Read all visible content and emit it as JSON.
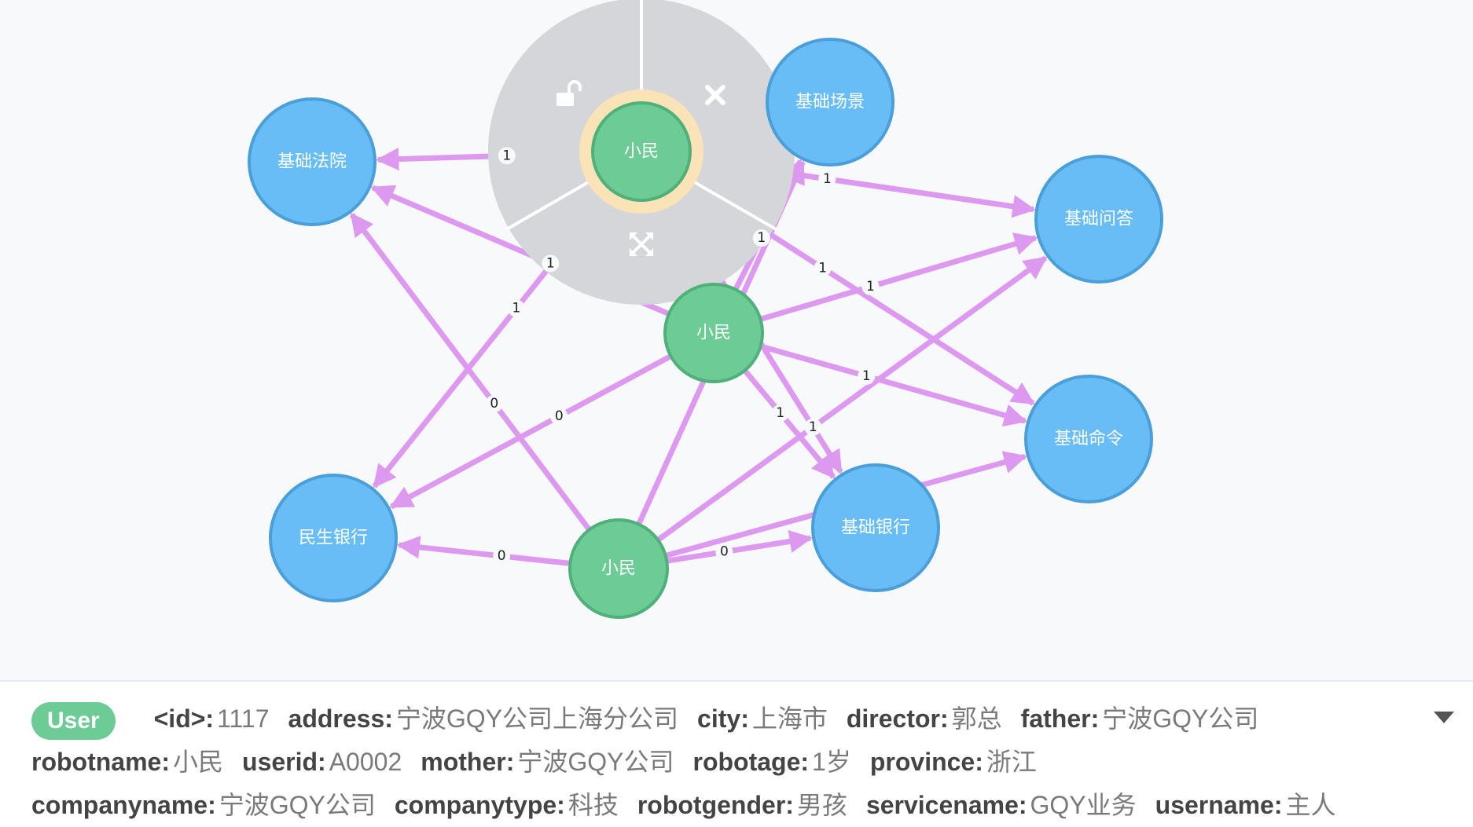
{
  "graph": {
    "nodes": [
      {
        "id": "n_fy",
        "label": "基础法院",
        "type": "blue"
      },
      {
        "id": "n_cj",
        "label": "基础场景",
        "type": "blue"
      },
      {
        "id": "n_wd",
        "label": "基础问答",
        "type": "blue"
      },
      {
        "id": "n_ml",
        "label": "基础命令",
        "type": "blue"
      },
      {
        "id": "n_yh",
        "label": "基础银行",
        "type": "blue"
      },
      {
        "id": "n_ms",
        "label": "民生银行",
        "type": "blue"
      },
      {
        "id": "u1",
        "label": "小民",
        "type": "green",
        "selected": true
      },
      {
        "id": "u2",
        "label": "小民",
        "type": "green"
      },
      {
        "id": "u3",
        "label": "小民",
        "type": "green"
      }
    ],
    "edges": [
      {
        "from": "u1",
        "to": "n_fy",
        "label": "1"
      },
      {
        "from": "u1",
        "to": "n_wd",
        "label": "1"
      },
      {
        "from": "u1",
        "to": "n_ml",
        "label": "1"
      },
      {
        "from": "u1",
        "to": "n_cj",
        "label": ""
      },
      {
        "from": "u1",
        "to": "n_yh",
        "label": ""
      },
      {
        "from": "u1",
        "to": "n_ms",
        "label": "1"
      },
      {
        "from": "u2",
        "to": "n_fy",
        "label": "1"
      },
      {
        "from": "u2",
        "to": "n_cj",
        "label": "1"
      },
      {
        "from": "u2",
        "to": "n_wd",
        "label": "1"
      },
      {
        "from": "u2",
        "to": "n_ml",
        "label": "1"
      },
      {
        "from": "u2",
        "to": "n_yh",
        "label": "1"
      },
      {
        "from": "u2",
        "to": "n_ms",
        "label": "0"
      },
      {
        "from": "u3",
        "to": "n_fy",
        "label": "0"
      },
      {
        "from": "u3",
        "to": "n_ms",
        "label": "0"
      },
      {
        "from": "u3",
        "to": "n_yh",
        "label": "0"
      },
      {
        "from": "u3",
        "to": "n_wd",
        "label": "1"
      },
      {
        "from": "u3",
        "to": "n_ml",
        "label": ""
      },
      {
        "from": "u3",
        "to": "n_cj",
        "label": ""
      }
    ],
    "ring_icons": [
      "unlock-icon",
      "close-icon",
      "expand-icon"
    ]
  },
  "details": {
    "label": "User",
    "properties": [
      {
        "key": "<id>:",
        "value": "1117"
      },
      {
        "key": "address:",
        "value": "宁波GQY公司上海分公司"
      },
      {
        "key": "city:",
        "value": "上海市"
      },
      {
        "key": "director:",
        "value": "郭总"
      },
      {
        "key": "father:",
        "value": "宁波GQY公司"
      },
      {
        "key": "robotname:",
        "value": "小民"
      },
      {
        "key": "userid:",
        "value": "A0002"
      },
      {
        "key": "mother:",
        "value": "宁波GQY公司"
      },
      {
        "key": "robotage:",
        "value": "1岁"
      },
      {
        "key": "province:",
        "value": "浙江"
      },
      {
        "key": "companyname:",
        "value": "宁波GQY公司"
      },
      {
        "key": "companytype:",
        "value": "科技"
      },
      {
        "key": "robotgender:",
        "value": "男孩"
      },
      {
        "key": "servicename:",
        "value": "GQY业务"
      },
      {
        "key": "username:",
        "value": "主人"
      }
    ]
  },
  "colors": {
    "blue_node": "#68bdf6",
    "blue_stroke": "#4a9fd8",
    "green_node": "#6dcc96",
    "green_stroke": "#4fb07a",
    "edge": "#dd99f0",
    "ring": "#d4d6da"
  }
}
